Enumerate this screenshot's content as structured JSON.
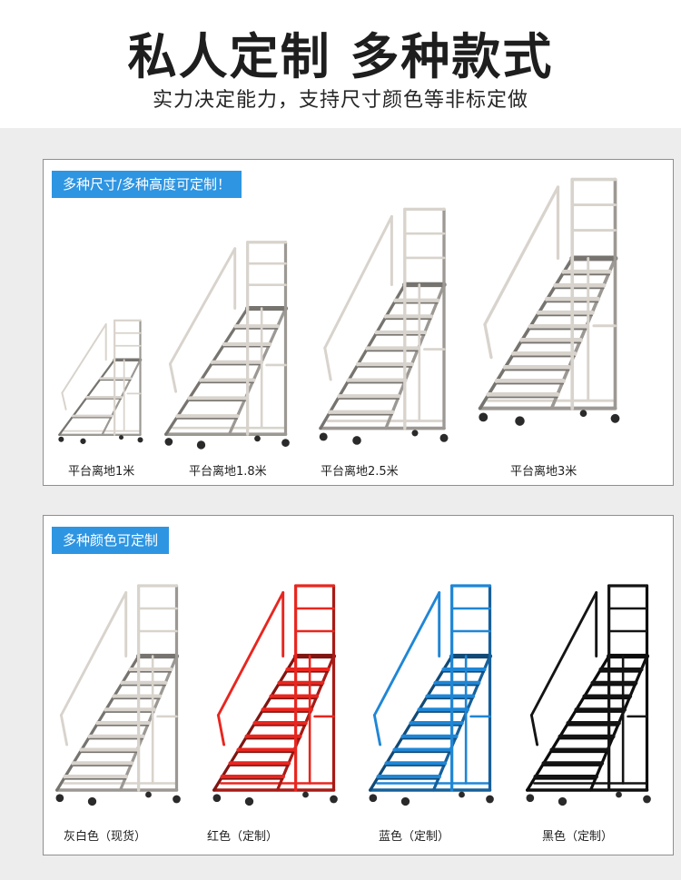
{
  "header": {
    "title": "私人定制 多种款式",
    "subtitle": "实力决定能力，支持尺寸颜色等非标定做"
  },
  "sizes_section": {
    "tag": "多种尺寸/多种高度可定制！",
    "items": [
      {
        "caption": "平台离地1米"
      },
      {
        "caption": "平台离地1.8米"
      },
      {
        "caption": "平台离地2.5米"
      },
      {
        "caption": "平台离地3米"
      }
    ]
  },
  "colors_section": {
    "tag": "多种颜色可定制",
    "items": [
      {
        "caption": "灰白色（现货）",
        "color": "#d8d3cc"
      },
      {
        "caption": "红色（定制）",
        "color": "#e8261f"
      },
      {
        "caption": "蓝色（定制）",
        "color": "#1f86d6"
      },
      {
        "caption": "黑色（定制）",
        "color": "#141414"
      }
    ]
  },
  "colors": {
    "accent": "#2e95e2",
    "panel_border": "#8f8f8f",
    "gray_ladder": "#d8d3cc"
  }
}
